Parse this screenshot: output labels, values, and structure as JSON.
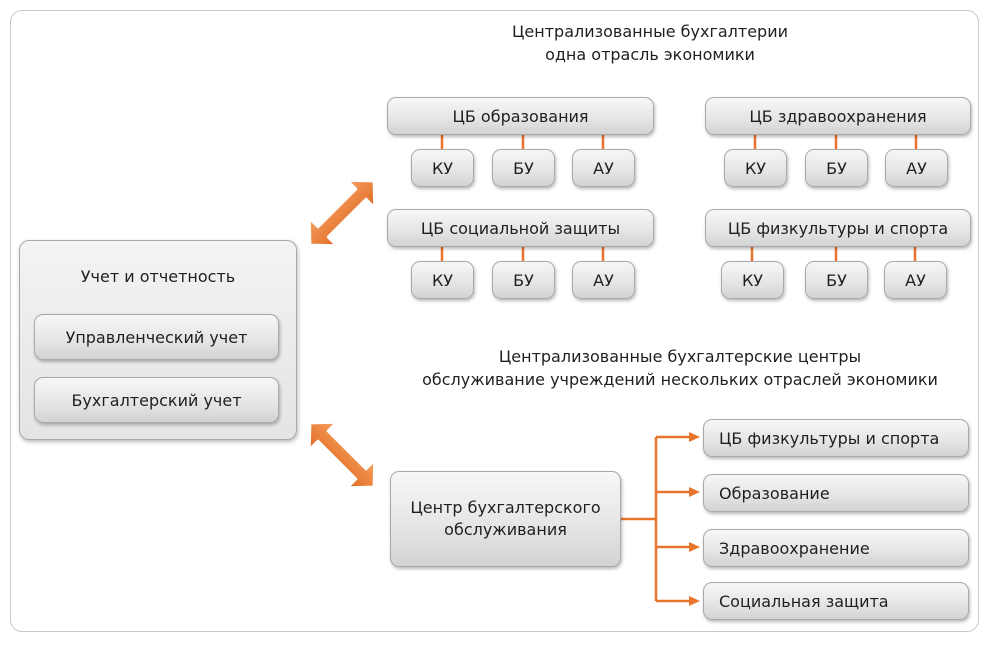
{
  "diagram": {
    "top_heading": {
      "line1": "Централизованные бухгалтерии",
      "line2": "одна отрасль экономики"
    },
    "bottom_heading": {
      "line1": "Централизованные бухгалтерские центры",
      "line2": "обслуживание учреждений нескольких отраслей экономики"
    },
    "accounting_panel": {
      "title": "Учет и отчетность",
      "items": [
        "Управленческий учет",
        "Бухгалтерский учет"
      ]
    },
    "cb_groups": [
      {
        "title": "ЦБ образования",
        "children": [
          "КУ",
          "БУ",
          "АУ"
        ]
      },
      {
        "title": "ЦБ здравоохранения",
        "children": [
          "КУ",
          "БУ",
          "АУ"
        ]
      },
      {
        "title": "ЦБ социальной защиты",
        "children": [
          "КУ",
          "БУ",
          "АУ"
        ]
      },
      {
        "title": "ЦБ физкультуры и спорта",
        "children": [
          "КУ",
          "БУ",
          "АУ"
        ]
      }
    ],
    "service_center": {
      "line1": "Центр бухгалтерского",
      "line2": "обслуживания"
    },
    "service_targets": [
      "ЦБ физкультуры и спорта",
      "Образование",
      "Здравоохранение",
      "Социальная защита"
    ],
    "colors": {
      "connector": "#e8742e",
      "arrow_fill": "#ec7c34",
      "box_border": "#a9a9a9"
    }
  }
}
